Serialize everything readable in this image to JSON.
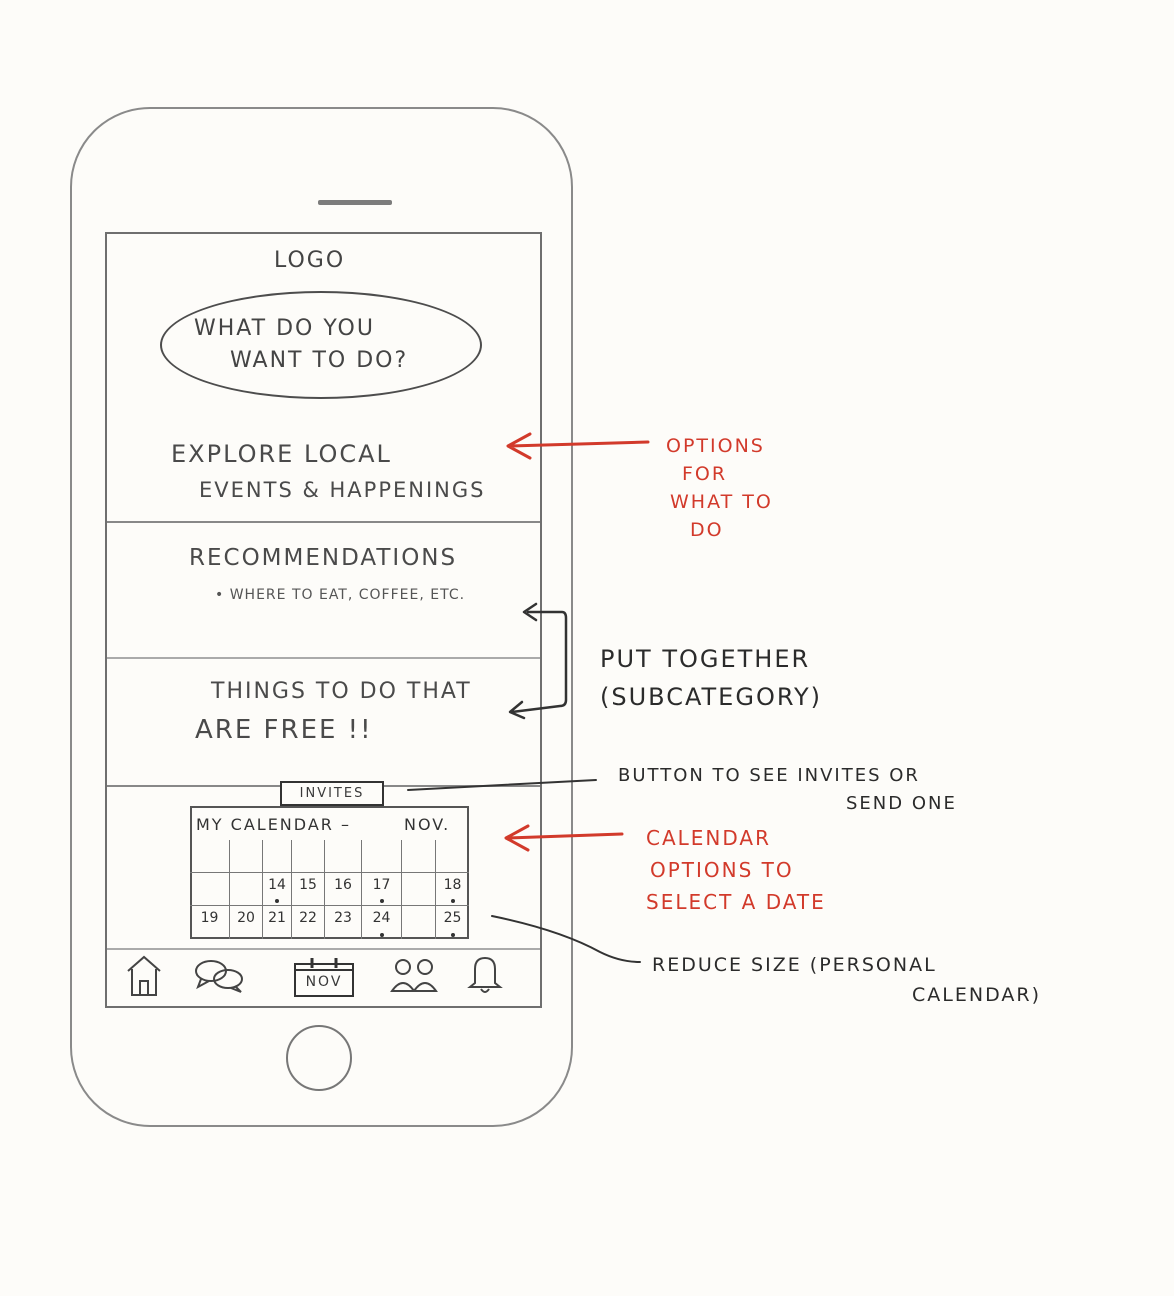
{
  "screen": {
    "logo": "LOGO",
    "search": {
      "line1": "WHAT DO YOU",
      "line2": "WANT TO DO?"
    },
    "explore": {
      "line1": "EXPLORE LOCAL",
      "line2": "EVENTS & HAPPENINGS"
    },
    "recommendations": {
      "title": "RECOMMENDATIONS",
      "subtitle": "• WHERE TO EAT, COFFEE, ETC."
    },
    "free_things": {
      "line1": "THINGS TO DO THAT",
      "line2": "ARE FREE !!"
    },
    "invites_label": "INVITES",
    "calendar": {
      "title": "MY CALENDAR –",
      "month": "NOV.",
      "rows": [
        [
          "",
          "",
          "",
          "",
          "",
          "",
          "",
          ""
        ],
        [
          "",
          "",
          "14",
          "15",
          "16",
          "17",
          "",
          "18"
        ],
        [
          "19",
          "20",
          "21",
          "22",
          "23",
          "24",
          "",
          "25"
        ]
      ]
    },
    "tabbar": {
      "items": [
        {
          "icon": "home-icon"
        },
        {
          "icon": "chat-icon"
        },
        {
          "icon": "calendar-icon",
          "label": "NOV"
        },
        {
          "icon": "friends-icon"
        },
        {
          "icon": "bell-icon"
        }
      ]
    }
  },
  "annotations": {
    "options": {
      "line1": "OPTIONS",
      "line2": "FOR",
      "line3": "WHAT TO",
      "line4": "DO"
    },
    "together": {
      "line1": "PUT TOGETHER",
      "line2": "(SUBCATEGORY)"
    },
    "button": {
      "line1": "BUTTON TO SEE INVITES OR",
      "line2": "SEND ONE"
    },
    "calendar": {
      "line1": "CALENDAR",
      "line2": "OPTIONS TO",
      "line3": "SELECT A DATE"
    },
    "reduce": {
      "line1": "REDUCE SIZE (PERSONAL",
      "line2": "CALENDAR)"
    }
  },
  "colors": {
    "pencil": "#4a4a4a",
    "red_annotation": "#d23a2b",
    "paper": "#fdfcf9"
  }
}
